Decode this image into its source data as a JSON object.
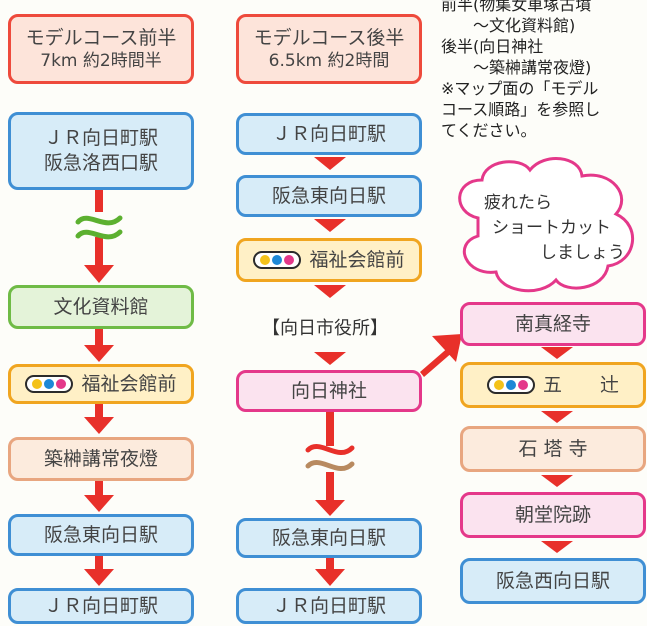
{
  "colors": {
    "arrow": "#e8302a",
    "squiggle_green": "#5cb030",
    "squiggle_brown": "#b88a60",
    "cloud_border": "#e4388a"
  },
  "left": {
    "header": {
      "title": "モデルコース前半",
      "sub": "7km 約2時間半"
    },
    "stops": [
      "ＪＲ向日町駅",
      "阪急洛西口駅",
      "文化資料館",
      "福祉会館前",
      "築榊講常夜燈",
      "阪急東向日駅",
      "ＪＲ向日町駅"
    ]
  },
  "middle": {
    "header": {
      "title": "モデルコース後半",
      "sub": "6.5km 約2時間"
    },
    "stops": [
      "ＪＲ向日町駅",
      "阪急東向日駅",
      "福祉会館前",
      "【向日市役所】",
      "向日神社",
      "阪急東向日駅",
      "ＪＲ向日町駅"
    ]
  },
  "right": {
    "note": "前半(物集女車塚古墳\n　　～文化資料館)\n後半(向日神社\n　　～築榊講常夜燈)\n※マップ面の「モデル\nコース順路」を参照し\nてください。",
    "cloud": {
      "line1": "疲れたら",
      "line2": "ショートカット",
      "line3": "しましょう"
    },
    "stops": [
      "南真経寺",
      "五　　辻",
      "石 塔 寺",
      "朝堂院跡",
      "阪急西向日駅"
    ]
  },
  "bus_icon": {
    "dot_colors": [
      "#f4c21a",
      "#1e88d6",
      "#e4388a"
    ]
  }
}
